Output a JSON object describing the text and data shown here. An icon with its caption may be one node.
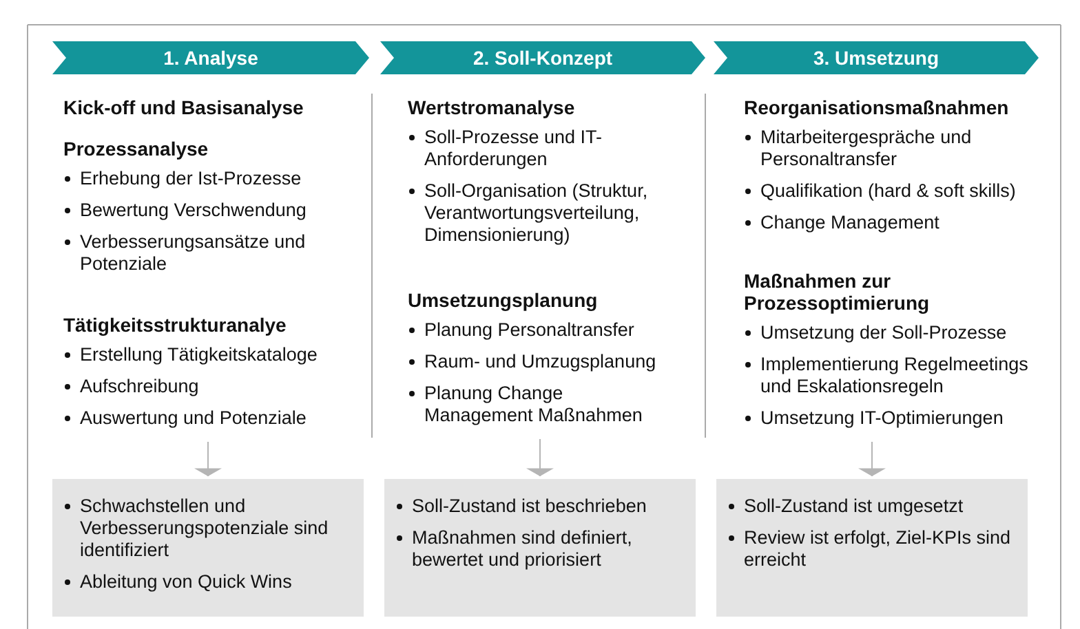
{
  "diagram": {
    "nodes": [
      {
        "text": [
          "1. Analyse"
        ]
      },
      {
        "text": [
          "2. Soll-Konzept"
        ]
      },
      {
        "text": [
          "3. Umsetzung"
        ]
      },
      {
        "text": [
          "Kick-off und Basisanalyse"
        ]
      },
      {
        "text": [
          "Prozessanalyse",
          "Erhebung der Ist-Prozesse",
          "Bewertung Verschwendung",
          "Verbesserungsansätze und Potenziale"
        ]
      },
      {
        "text": [
          "Tätigkeitsstrukturanalye",
          "Erstellung Tätigkeitskataloge",
          "Aufschreibung",
          "Auswertung und Potenziale"
        ]
      },
      {
        "text": [
          "Wertstromanalyse",
          "Soll-Prozesse und IT-Anforderungen",
          "Soll-Organisation (Struktur, Verantwortungsverteilung, Dimensionierung)"
        ]
      },
      {
        "text": [
          "Umsetzungsplanung",
          "Planung Personaltransfer",
          "Raum- und Umzugsplanung",
          "Planung Change Management Maßnahmen"
        ]
      },
      {
        "text": [
          "Reorganisationsmaßnahmen",
          "Mitarbeitergespräche und Personaltransfer",
          "Qualifikation (hard & soft skills)",
          "Change Management"
        ]
      },
      {
        "text": [
          "Maßnahmen zur Prozessoptimierung",
          "Umsetzung der Soll-Prozesse",
          "Implementierung Regelmeetings und Eskalationsregeln",
          "Umsetzung IT-Optimierungen"
        ]
      },
      {
        "text": [
          "Schwachstellen und Verbesserungspotenziale sind identifiziert",
          "Ableitung von Quick Wins"
        ]
      },
      {
        "text": [
          "Soll-Zustand ist beschrieben",
          "Maßnahmen sind definiert, bewertet und priorisiert"
        ]
      },
      {
        "text": [
          "Soll-Zustand ist umgesetzt",
          "Review ist erfolgt, Ziel-KPIs sind erreicht"
        ]
      }
    ],
    "edges": [
      {
        "from": 5,
        "to": 10,
        "arrow": "to"
      },
      {
        "from": 7,
        "to": 11,
        "arrow": "to"
      },
      {
        "from": 9,
        "to": 12,
        "arrow": "to"
      }
    ]
  }
}
